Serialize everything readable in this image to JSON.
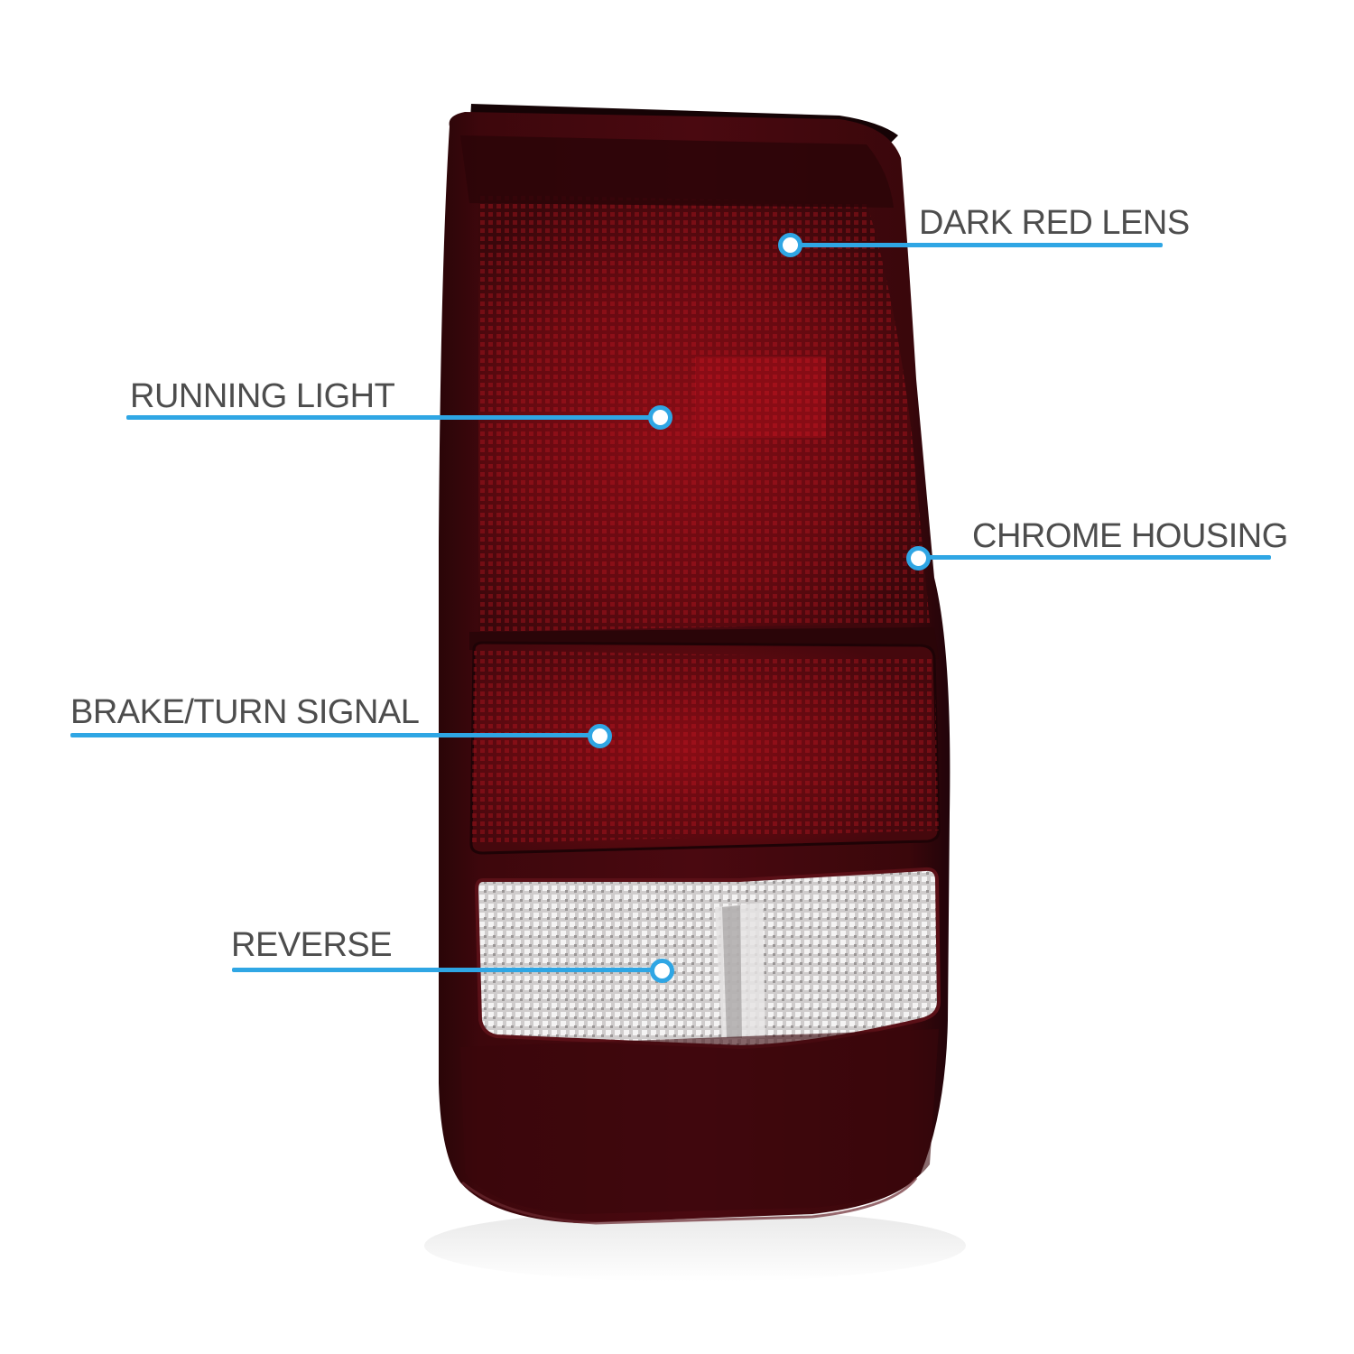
{
  "image": {
    "subject": "Dark red tail light assembly",
    "background_color": "#ffffff"
  },
  "colors": {
    "accent_line": "#2fa6e4",
    "label_text": "#4d4d4d",
    "lens_dark_red": "#3a070b",
    "lens_red": "#8c0d14",
    "reverse_clear": "#d9d6d6"
  },
  "callouts": [
    {
      "id": "dark-red-lens",
      "label": "DARK RED LENS",
      "side": "right"
    },
    {
      "id": "running-light",
      "label": "RUNNING LIGHT",
      "side": "left"
    },
    {
      "id": "chrome-housing",
      "label": "CHROME HOUSING",
      "side": "right"
    },
    {
      "id": "brake-turn-signal",
      "label": "BRAKE/TURN SIGNAL",
      "side": "left"
    },
    {
      "id": "reverse",
      "label": "REVERSE",
      "side": "left"
    }
  ]
}
